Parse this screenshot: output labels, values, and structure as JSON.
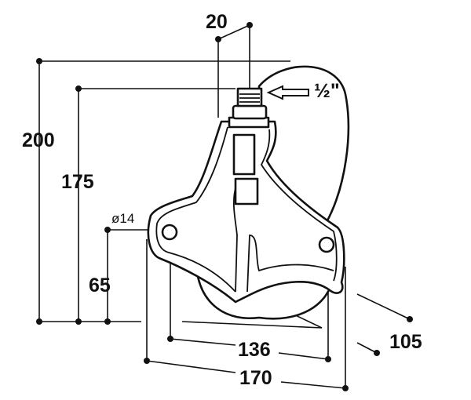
{
  "title": "Drinking bowl dimension drawing",
  "dimensions": {
    "pipe_width": "20",
    "thread": "½\"",
    "total_height": "200",
    "inlet_height": "175",
    "hole_diameter": "ø14",
    "hole_height": "65",
    "hole_spacing": "136",
    "total_width": "170",
    "depth": "105"
  },
  "colors": {
    "line": "#111111",
    "background": "#ffffff"
  }
}
